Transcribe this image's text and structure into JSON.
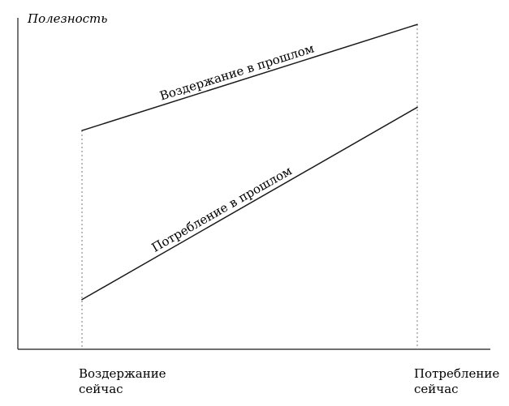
{
  "chart_data": {
    "type": "line",
    "ylabel": "Полезность",
    "xlabel": "",
    "categories": [
      [
        "Воздержание",
        "сейчас"
      ],
      [
        "Потребление",
        "сейчас"
      ]
    ],
    "series": [
      {
        "name": "Воздержание в прошлом",
        "values": [
          6.6,
          9.8
        ]
      },
      {
        "name": "Потребление в прошлом",
        "values": [
          1.5,
          7.3
        ]
      }
    ],
    "ylim": [
      0,
      10
    ],
    "grid": false,
    "axis_ticks": false,
    "dotted_guides": true,
    "colors": {
      "line": "#1a1a1a",
      "guide": "#7a7a7a"
    }
  }
}
